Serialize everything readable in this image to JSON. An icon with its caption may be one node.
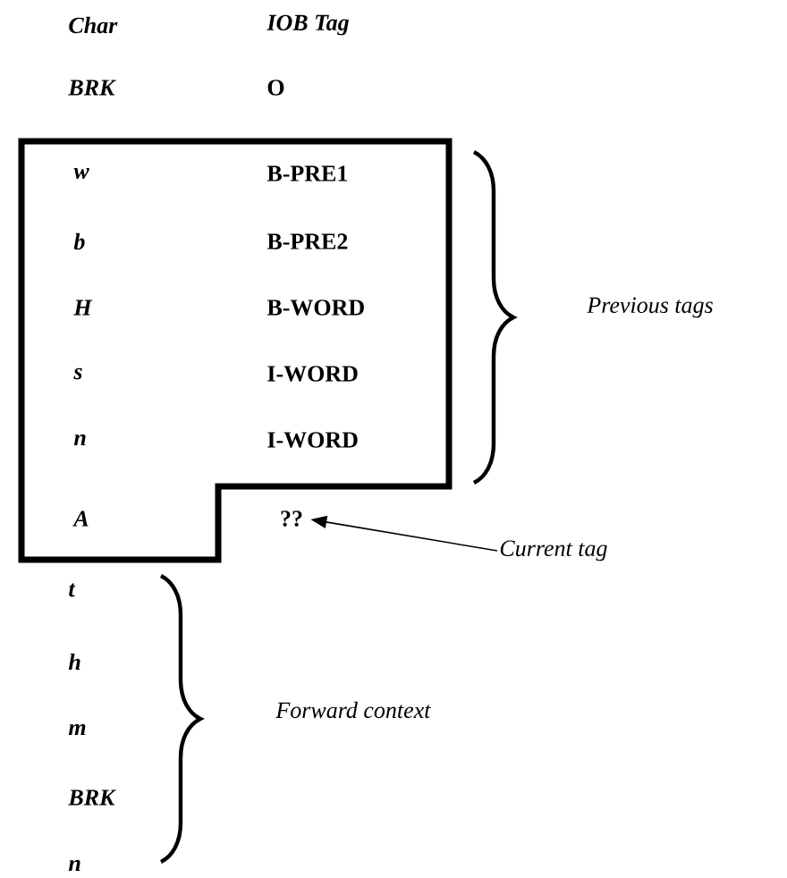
{
  "diagram": {
    "nodes": [
      {
        "text": [
          "??"
        ]
      },
      {
        "text": [
          "Current tag"
        ]
      }
    ],
    "edges": [
      {
        "from": 1,
        "to": 0,
        "arrow": "to"
      }
    ],
    "labels": [
      "Char",
      "IOB Tag",
      "BRK",
      "O",
      "w",
      "B-PRE1",
      "b",
      "B-PRE2",
      "H",
      "B-WORD",
      "Previous tags",
      "s",
      "I-WORD",
      "n",
      "I-WORD",
      "A",
      "t",
      "h",
      "m",
      "Forward context",
      "BRK",
      "n"
    ]
  }
}
